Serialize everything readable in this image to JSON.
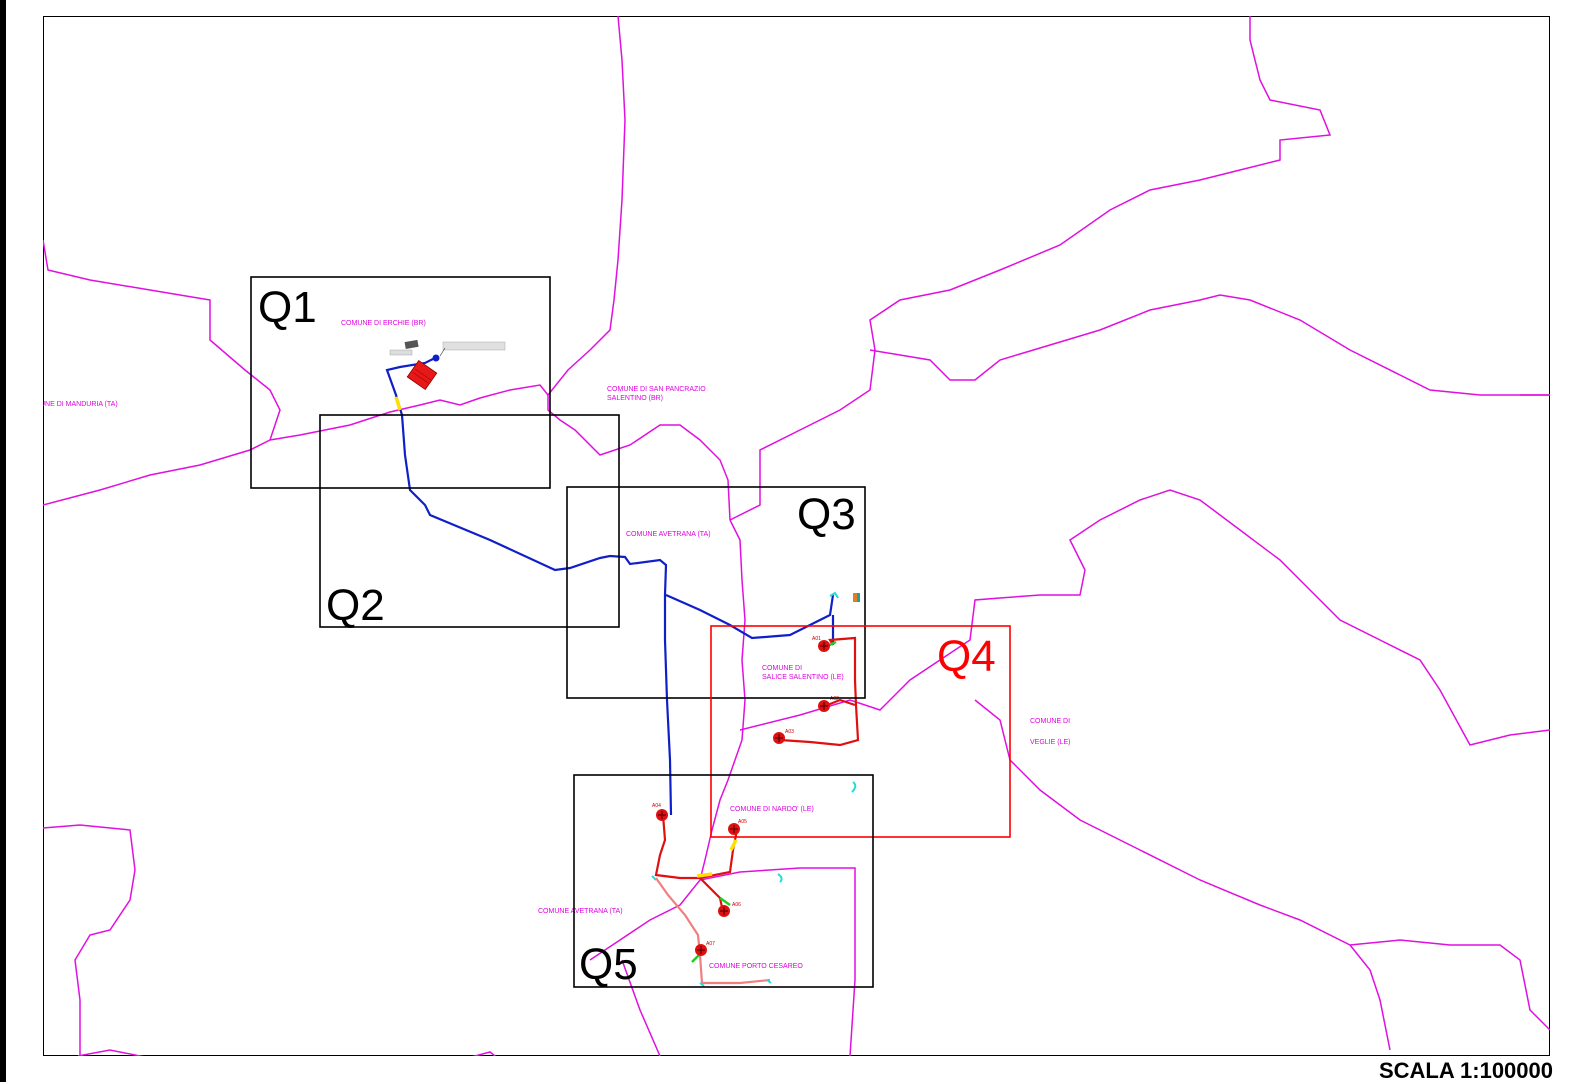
{
  "colors": {
    "boundary": "#e010e0",
    "route_blue": "#1020c8",
    "route_red": "#e01010",
    "route_pink": "#f08080",
    "highlight": "#ff0000",
    "frame": "#000000",
    "junction_yellow": "#ffe000",
    "marker_green": "#22cc22",
    "marker_cyan": "#22dddd"
  },
  "quadrants": [
    {
      "id": "Q1",
      "label": "Q1",
      "color": "#000000"
    },
    {
      "id": "Q2",
      "label": "Q2",
      "color": "#000000"
    },
    {
      "id": "Q3",
      "label": "Q3",
      "color": "#000000"
    },
    {
      "id": "Q4",
      "label": "Q4",
      "color": "#ff0000"
    },
    {
      "id": "Q5",
      "label": "Q5",
      "color": "#000000"
    }
  ],
  "places": {
    "erchie": "COMUNE DI ERCHIE (BR)",
    "manduria": "UNE DI MANDURIA (TA)",
    "san_pancrazio_1": "COMUNE DI SAN PANCRAZIO",
    "san_pancrazio_2": "SALENTINO (BR)",
    "avetrana_1": "COMUNE AVETRANA (TA)",
    "salice_1": "COMUNE DI",
    "salice_2": "SALICE SALENTINO (LE)",
    "veglie_1": "COMUNE DI",
    "veglie_2": "VEGLIE (LE)",
    "nardo": "COMUNE DI NARDO' (LE)",
    "avetrana_2": "COMUNE AVETRANA (TA)",
    "porto_cesareo": "COMUNE PORTO CESAREO"
  },
  "turbines": {
    "a01": "A01",
    "a02": "A02",
    "a03": "A03",
    "a04": "A04",
    "a05": "A05",
    "a06": "A06",
    "a07": "A07"
  },
  "scale": "SCALA 1:100000"
}
